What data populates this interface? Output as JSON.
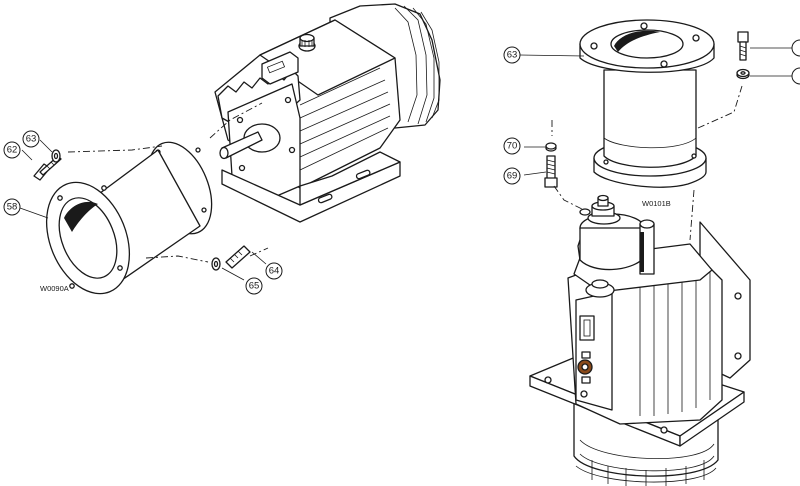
{
  "figures": {
    "left_code": "W0090A",
    "right_code": "W0101B"
  },
  "callouts": {
    "c58": "58",
    "c62": "62",
    "c63_left": "63",
    "c64": "64",
    "c65": "65",
    "c63_right": "63",
    "c70": "70",
    "c69": "69"
  },
  "colors": {
    "line": "#1a1a1a",
    "background": "#ffffff"
  }
}
